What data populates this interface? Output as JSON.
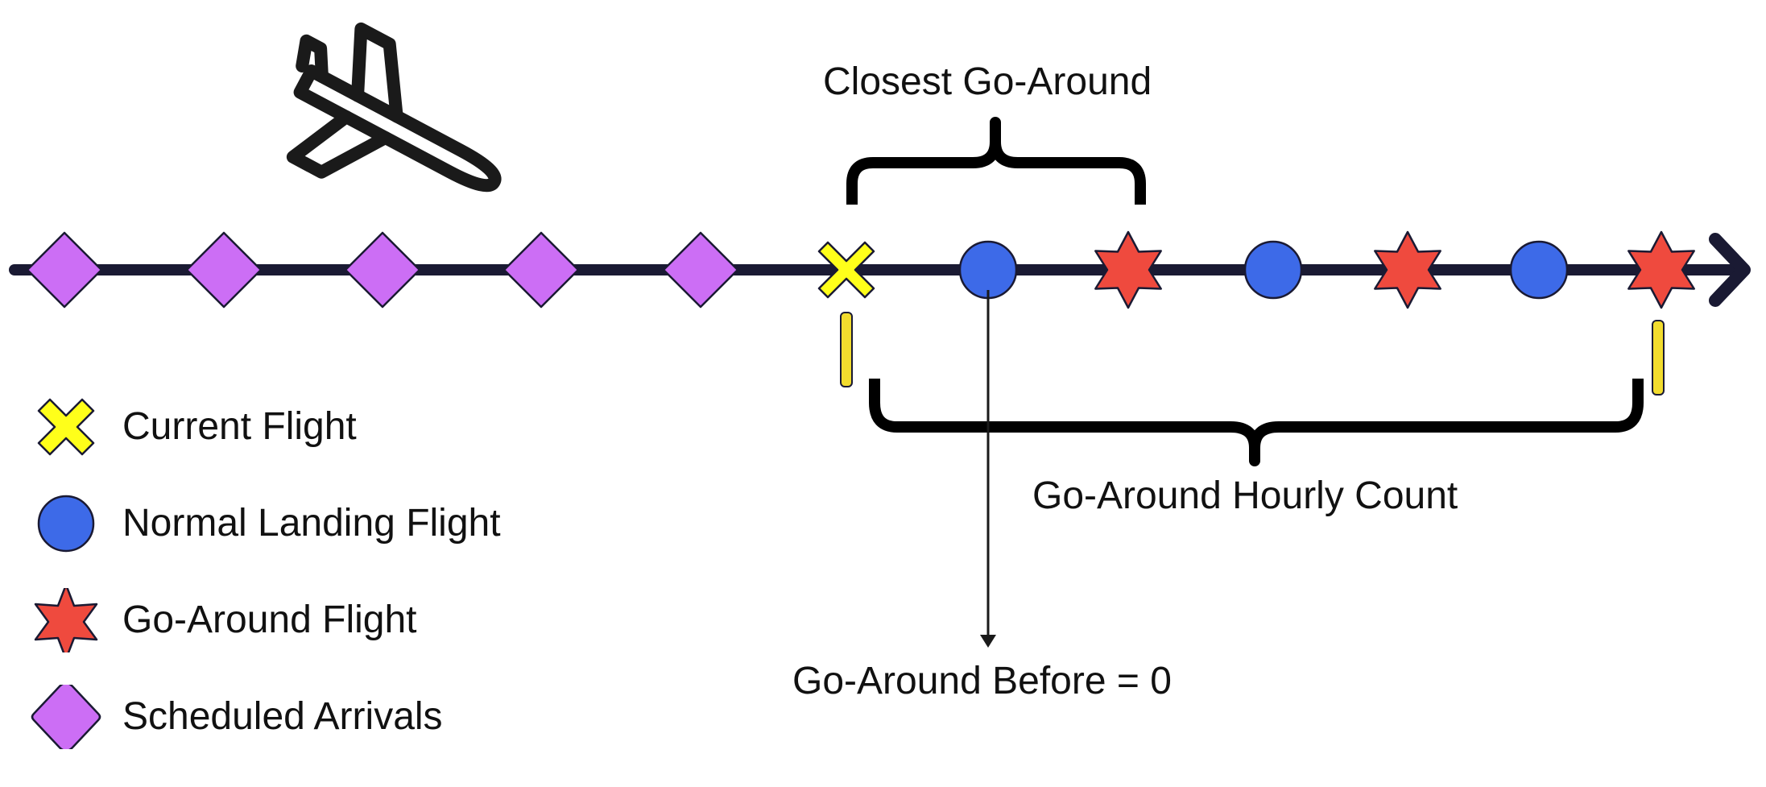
{
  "labels": {
    "closest_go_around": "Closest Go-Around",
    "hourly_count": "Go-Around Hourly Count",
    "go_around_before": "Go-Around Before = 0"
  },
  "legend": [
    {
      "key": "current",
      "label": "Current Flight"
    },
    {
      "key": "normal",
      "label": "Normal Landing Flight"
    },
    {
      "key": "goaround",
      "label": "Go-Around Flight"
    },
    {
      "key": "scheduled",
      "label": "Scheduled Arrivals"
    }
  ],
  "timeline": {
    "events": [
      "scheduled",
      "scheduled",
      "scheduled",
      "scheduled",
      "scheduled",
      "current",
      "normal",
      "goaround",
      "normal",
      "goaround",
      "normal",
      "goaround"
    ]
  },
  "icons": {
    "aircraft": "airplane-icon"
  },
  "colors": {
    "scheduled": "#cc6ef5",
    "current": "#ffff1a",
    "normal": "#3d6ae8",
    "goaround": "#ef4a3e",
    "axis": "#1a1a33",
    "marker": "#f2dc2e"
  }
}
